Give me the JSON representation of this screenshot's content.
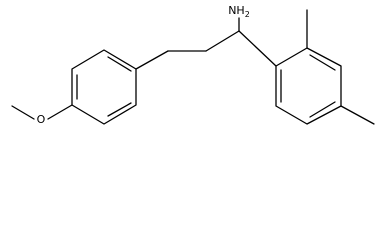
{
  "molecule": {
    "amine_group": {
      "symbol": "NH",
      "subscript": "2"
    },
    "methoxy_oxygen": {
      "symbol": "O"
    }
  },
  "colors": {
    "bond": "#000000",
    "background": "#ffffff"
  }
}
